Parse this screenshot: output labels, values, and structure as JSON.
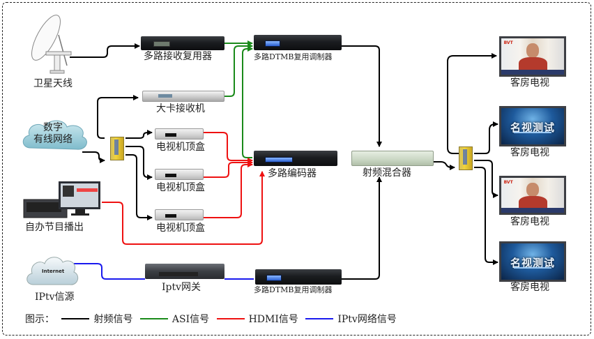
{
  "diagram": {
    "title": "",
    "nodes": {
      "satellite_antenna": "卫星天线",
      "multi_receiver_mux": "多路接收复用器",
      "dtmb_mux_modulator_top": "多路DTMB复用调制器",
      "big_card_receiver": "大卡接收机",
      "digital_cable_network": [
        "数字",
        "有线网络"
      ],
      "stb_1": "电视机顶盒",
      "stb_2": "电视机顶盒",
      "stb_3": "电视机顶盒",
      "multi_encoder": "多路编码器",
      "rf_combiner": "射频混合器",
      "self_broadcast": "自办节目播出",
      "iptv_source": "IPtv信源",
      "internet_cloud": "Internet",
      "iptv_gateway": "Iptv网关",
      "dtmb_mux_modulator_bottom": "多路DTMB复用调制器",
      "room_tv_1": "客房电视",
      "room_tv_2": "客房电视",
      "room_tv_3": "客房电视",
      "room_tv_4": "客房电视",
      "tv_news_title": "名视测试",
      "tv_logo": "BVT"
    },
    "legend": {
      "label": "图示：",
      "items": [
        {
          "name": "射频信号",
          "color": "#000000"
        },
        {
          "name": "ASI信号",
          "color": "#1a8a1a"
        },
        {
          "name": "HDMI信号",
          "color": "#ee1111"
        },
        {
          "name": "IPtv网络信号",
          "color": "#1a1aee"
        }
      ]
    },
    "colors": {
      "rf": "#000000",
      "asi": "#1a8a1a",
      "hdmi": "#ee1111",
      "iptv": "#1a1aee"
    }
  }
}
